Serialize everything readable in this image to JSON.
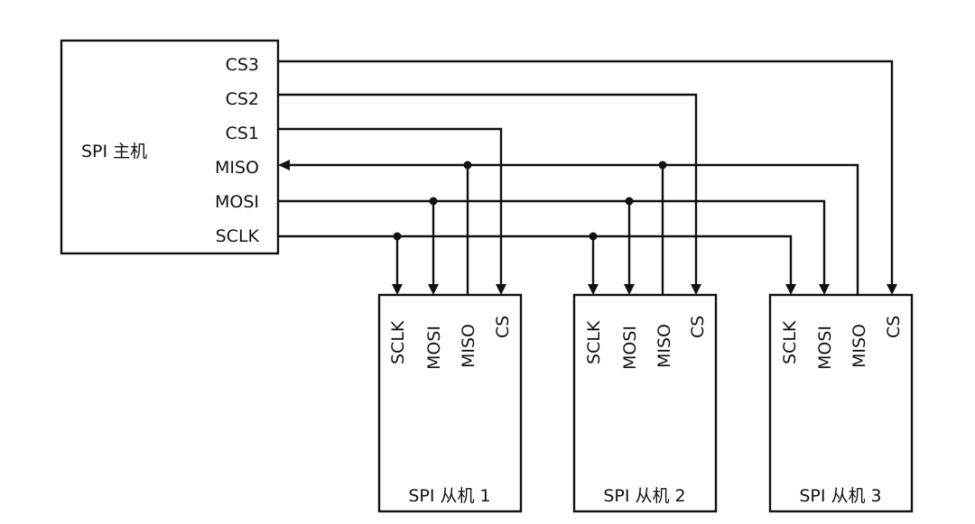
{
  "master": {
    "title": "SPI 主机",
    "pins": {
      "cs3": "CS3",
      "cs2": "CS2",
      "cs1": "CS1",
      "miso": "MISO",
      "mosi": "MOSI",
      "sclk": "SCLK"
    }
  },
  "slaves": [
    {
      "title": "SPI 从机 1",
      "pins": {
        "sclk": "SCLK",
        "mosi": "MOSI",
        "miso": "MISO",
        "cs": "CS"
      }
    },
    {
      "title": "SPI 从机 2",
      "pins": {
        "sclk": "SCLK",
        "mosi": "MOSI",
        "miso": "MISO",
        "cs": "CS"
      }
    },
    {
      "title": "SPI 从机 3",
      "pins": {
        "sclk": "SCLK",
        "mosi": "MOSI",
        "miso": "MISO",
        "cs": "CS"
      }
    }
  ],
  "colors": {
    "line": "#111111",
    "background": "#ffffff"
  }
}
